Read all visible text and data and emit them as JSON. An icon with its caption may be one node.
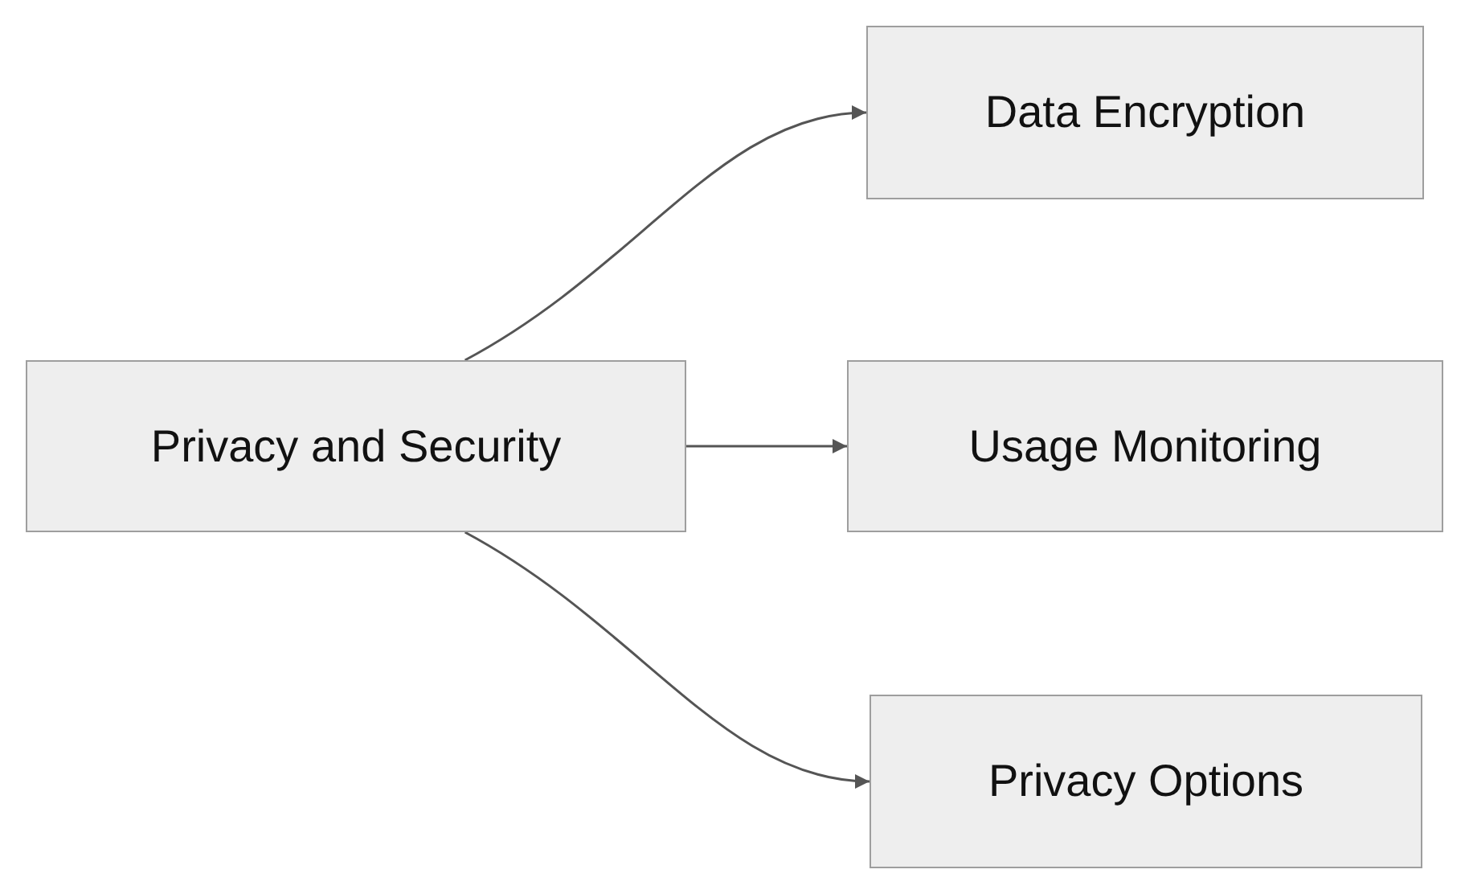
{
  "diagram": {
    "nodes": [
      {
        "text": [
          "Privacy and Security"
        ]
      },
      {
        "text": [
          "Data Encryption"
        ]
      },
      {
        "text": [
          "Usage Monitoring"
        ]
      },
      {
        "text": [
          "Privacy Options"
        ]
      }
    ],
    "edges": [
      {
        "from": 0,
        "to": 1,
        "arrow": "to"
      },
      {
        "from": 0,
        "to": 2,
        "arrow": "to"
      },
      {
        "from": 0,
        "to": 3,
        "arrow": "to"
      }
    ]
  }
}
